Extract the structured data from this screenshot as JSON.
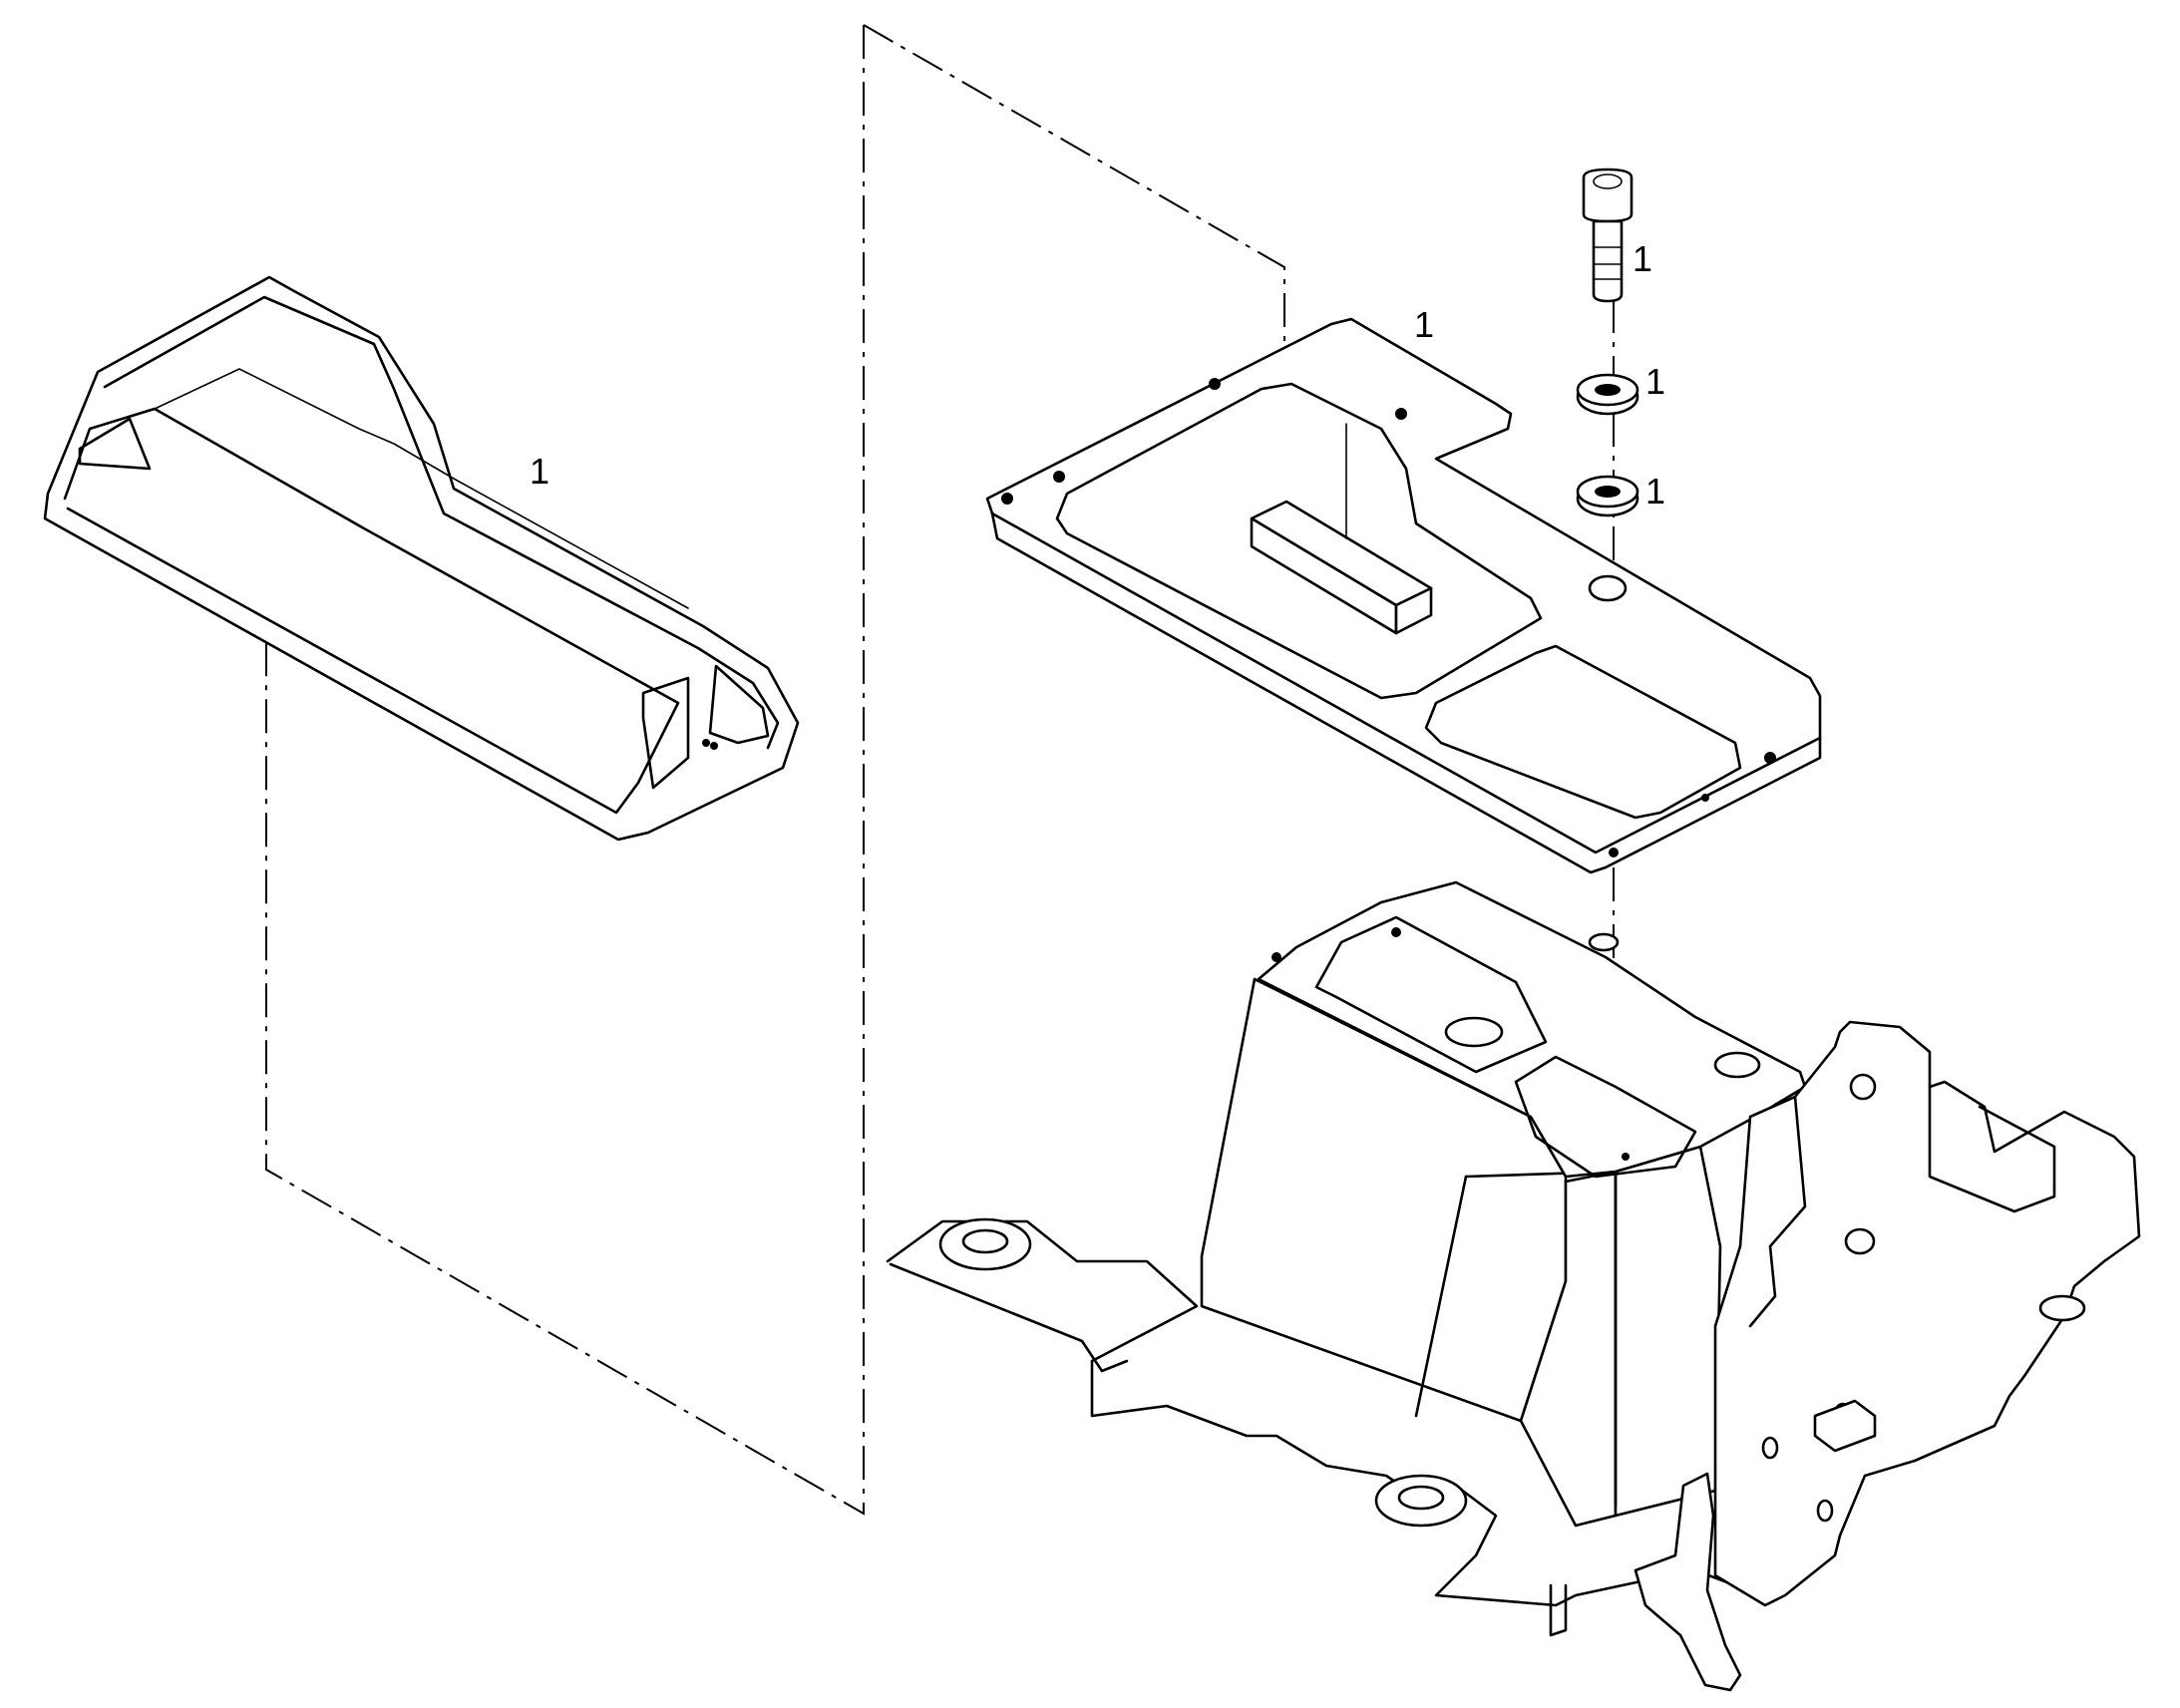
{
  "callouts": {
    "armrest_frame": "1",
    "cover_plate": "1",
    "bolt": "1",
    "washer_upper": "1",
    "washer_lower": "1"
  },
  "colors": {
    "line": "#000000",
    "background": "#ffffff"
  }
}
